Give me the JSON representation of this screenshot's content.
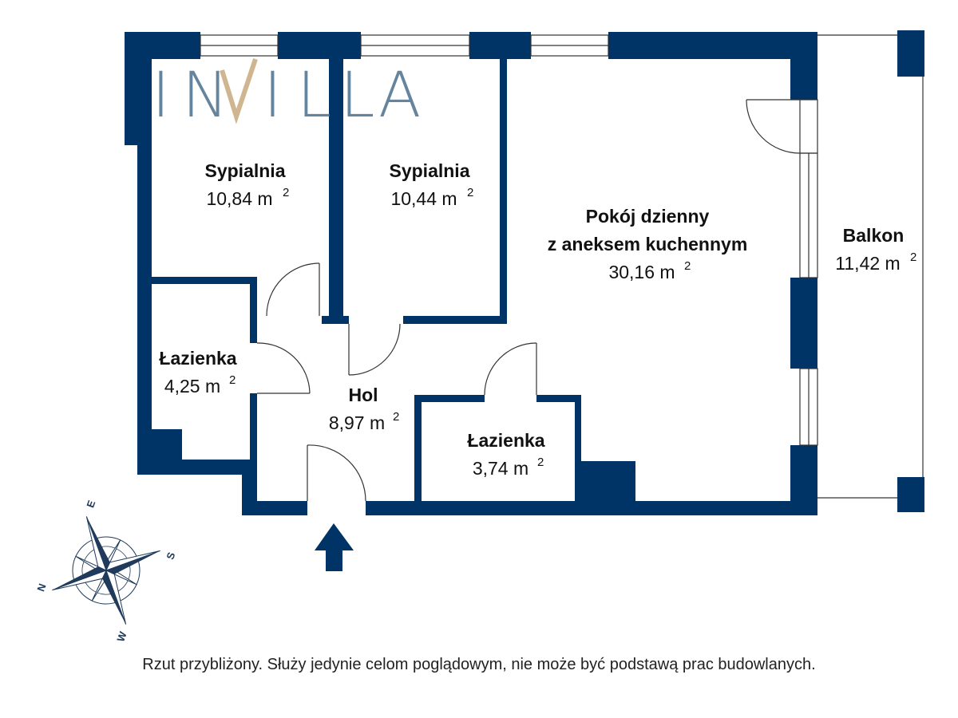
{
  "colors": {
    "wall": "#003366",
    "logo_blue": "#4b6f8c",
    "logo_gold": "#c8a97e",
    "text": "#111111",
    "compass": "#1f3a5a"
  },
  "logo": {
    "text": "INVILLA"
  },
  "rooms": [
    {
      "id": "sypialnia-1",
      "name": "Sypialnia",
      "area": "10,84 m",
      "sup": "2"
    },
    {
      "id": "sypialnia-2",
      "name": "Sypialnia",
      "area": "10,44 m",
      "sup": "2"
    },
    {
      "id": "pokoj-dzienny",
      "name_line1": "Pokój  dzienny",
      "name_line2": "z aneksem kuchennym",
      "area": "30,16 m",
      "sup": "2"
    },
    {
      "id": "balkon",
      "name": "Balkon",
      "area": "11,42 m",
      "sup": "2"
    },
    {
      "id": "lazienka-1",
      "name": "Łazienka",
      "area": "4,25 m",
      "sup": "2"
    },
    {
      "id": "hol",
      "name": "Hol",
      "area": "8,97 m",
      "sup": "2"
    },
    {
      "id": "lazienka-2",
      "name": "Łazienka",
      "area": "3,74 m",
      "sup": "2"
    }
  ],
  "compass": {
    "n": "N",
    "e": "E",
    "s": "S",
    "w": "W"
  },
  "entrance_arrow": "entrance-arrow-icon",
  "disclaimer": "Rzut przybliżony. Służy jedynie celom poglądowym, nie może być podstawą prac budowlanych."
}
